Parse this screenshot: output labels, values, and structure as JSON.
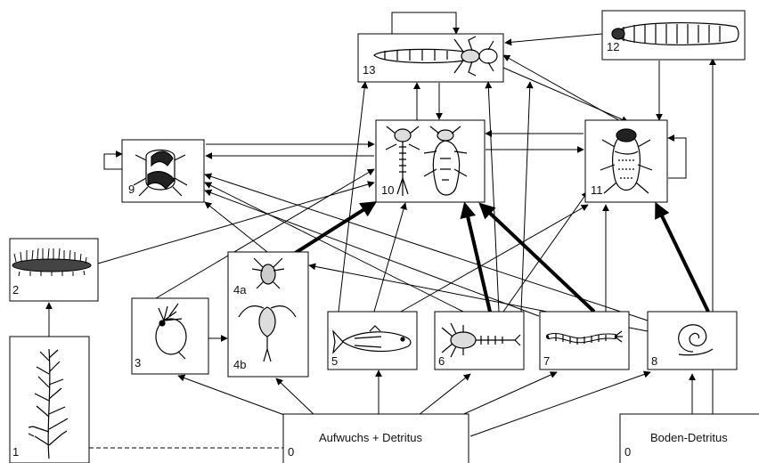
{
  "nodes": {
    "n1": {
      "number": "1",
      "organism": "water-plant-icon"
    },
    "n2": {
      "number": "2",
      "organism": "caterpillar-icon"
    },
    "n3": {
      "number": "3",
      "organism": "water-flea-icon"
    },
    "n4a": {
      "number": "4a",
      "organism": "nauplius-icon"
    },
    "n4b": {
      "number": "4b",
      "organism": "copepod-icon"
    },
    "n5": {
      "number": "5",
      "organism": "fish-icon"
    },
    "n6": {
      "number": "6",
      "organism": "shrimp-larva-icon"
    },
    "n7": {
      "number": "7",
      "organism": "midge-larva-icon"
    },
    "n8": {
      "number": "8",
      "organism": "snail-icon"
    },
    "n9": {
      "number": "9",
      "organism": "water-beetle-icon"
    },
    "n10": {
      "number": "10",
      "organism": "nymph-and-bug-icon"
    },
    "n11": {
      "number": "11",
      "organism": "water-bug-icon"
    },
    "n12": {
      "number": "12",
      "organism": "grub-larva-icon"
    },
    "n13": {
      "number": "13",
      "organism": "dragonfly-larva-icon"
    },
    "n0a": {
      "number": "0",
      "label": "Aufwuchs + Detritus"
    },
    "n0b": {
      "number": "0",
      "label": "Boden-Detritus"
    }
  },
  "links": [
    {
      "from": "0a",
      "to": "3"
    },
    {
      "from": "0a",
      "to": "4b"
    },
    {
      "from": "0a",
      "to": "5"
    },
    {
      "from": "0a",
      "to": "6"
    },
    {
      "from": "0a",
      "to": "7"
    },
    {
      "from": "0a",
      "to": "8"
    },
    {
      "from": "0b",
      "to": "8"
    },
    {
      "from": "0b",
      "to": "12"
    },
    {
      "from": "1",
      "to": "2"
    },
    {
      "from": "1",
      "to": "0a",
      "style": "dashed"
    },
    {
      "from": "3",
      "to": "4b"
    },
    {
      "from": "3",
      "to": "10"
    },
    {
      "from": "2",
      "to": "10"
    },
    {
      "from": "4a",
      "to": "10",
      "weight": "strong"
    },
    {
      "from": "4a",
      "to": "9"
    },
    {
      "from": "5",
      "to": "10"
    },
    {
      "from": "5",
      "to": "13"
    },
    {
      "from": "5",
      "to": "11"
    },
    {
      "from": "6",
      "to": "10",
      "weight": "strong"
    },
    {
      "from": "6",
      "to": "9"
    },
    {
      "from": "6",
      "to": "13"
    },
    {
      "from": "6",
      "to": "11"
    },
    {
      "from": "7",
      "to": "10",
      "weight": "strong"
    },
    {
      "from": "7",
      "to": "11"
    },
    {
      "from": "7",
      "to": "9"
    },
    {
      "from": "7",
      "to": "13"
    },
    {
      "from": "8",
      "to": "11",
      "weight": "strong"
    },
    {
      "from": "8",
      "to": "9"
    },
    {
      "from": "8",
      "to": "4a"
    },
    {
      "from": "9",
      "to": "9",
      "style": "loop"
    },
    {
      "from": "9",
      "to": "10"
    },
    {
      "from": "10",
      "to": "9"
    },
    {
      "from": "10",
      "to": "11"
    },
    {
      "from": "10",
      "to": "13"
    },
    {
      "from": "11",
      "to": "10"
    },
    {
      "from": "11",
      "to": "13"
    },
    {
      "from": "11",
      "to": "11",
      "style": "loop"
    },
    {
      "from": "12",
      "to": "13"
    },
    {
      "from": "12",
      "to": "11"
    },
    {
      "from": "13",
      "to": "10"
    },
    {
      "from": "13",
      "to": "11"
    },
    {
      "from": "13",
      "to": "13",
      "style": "loop"
    }
  ]
}
